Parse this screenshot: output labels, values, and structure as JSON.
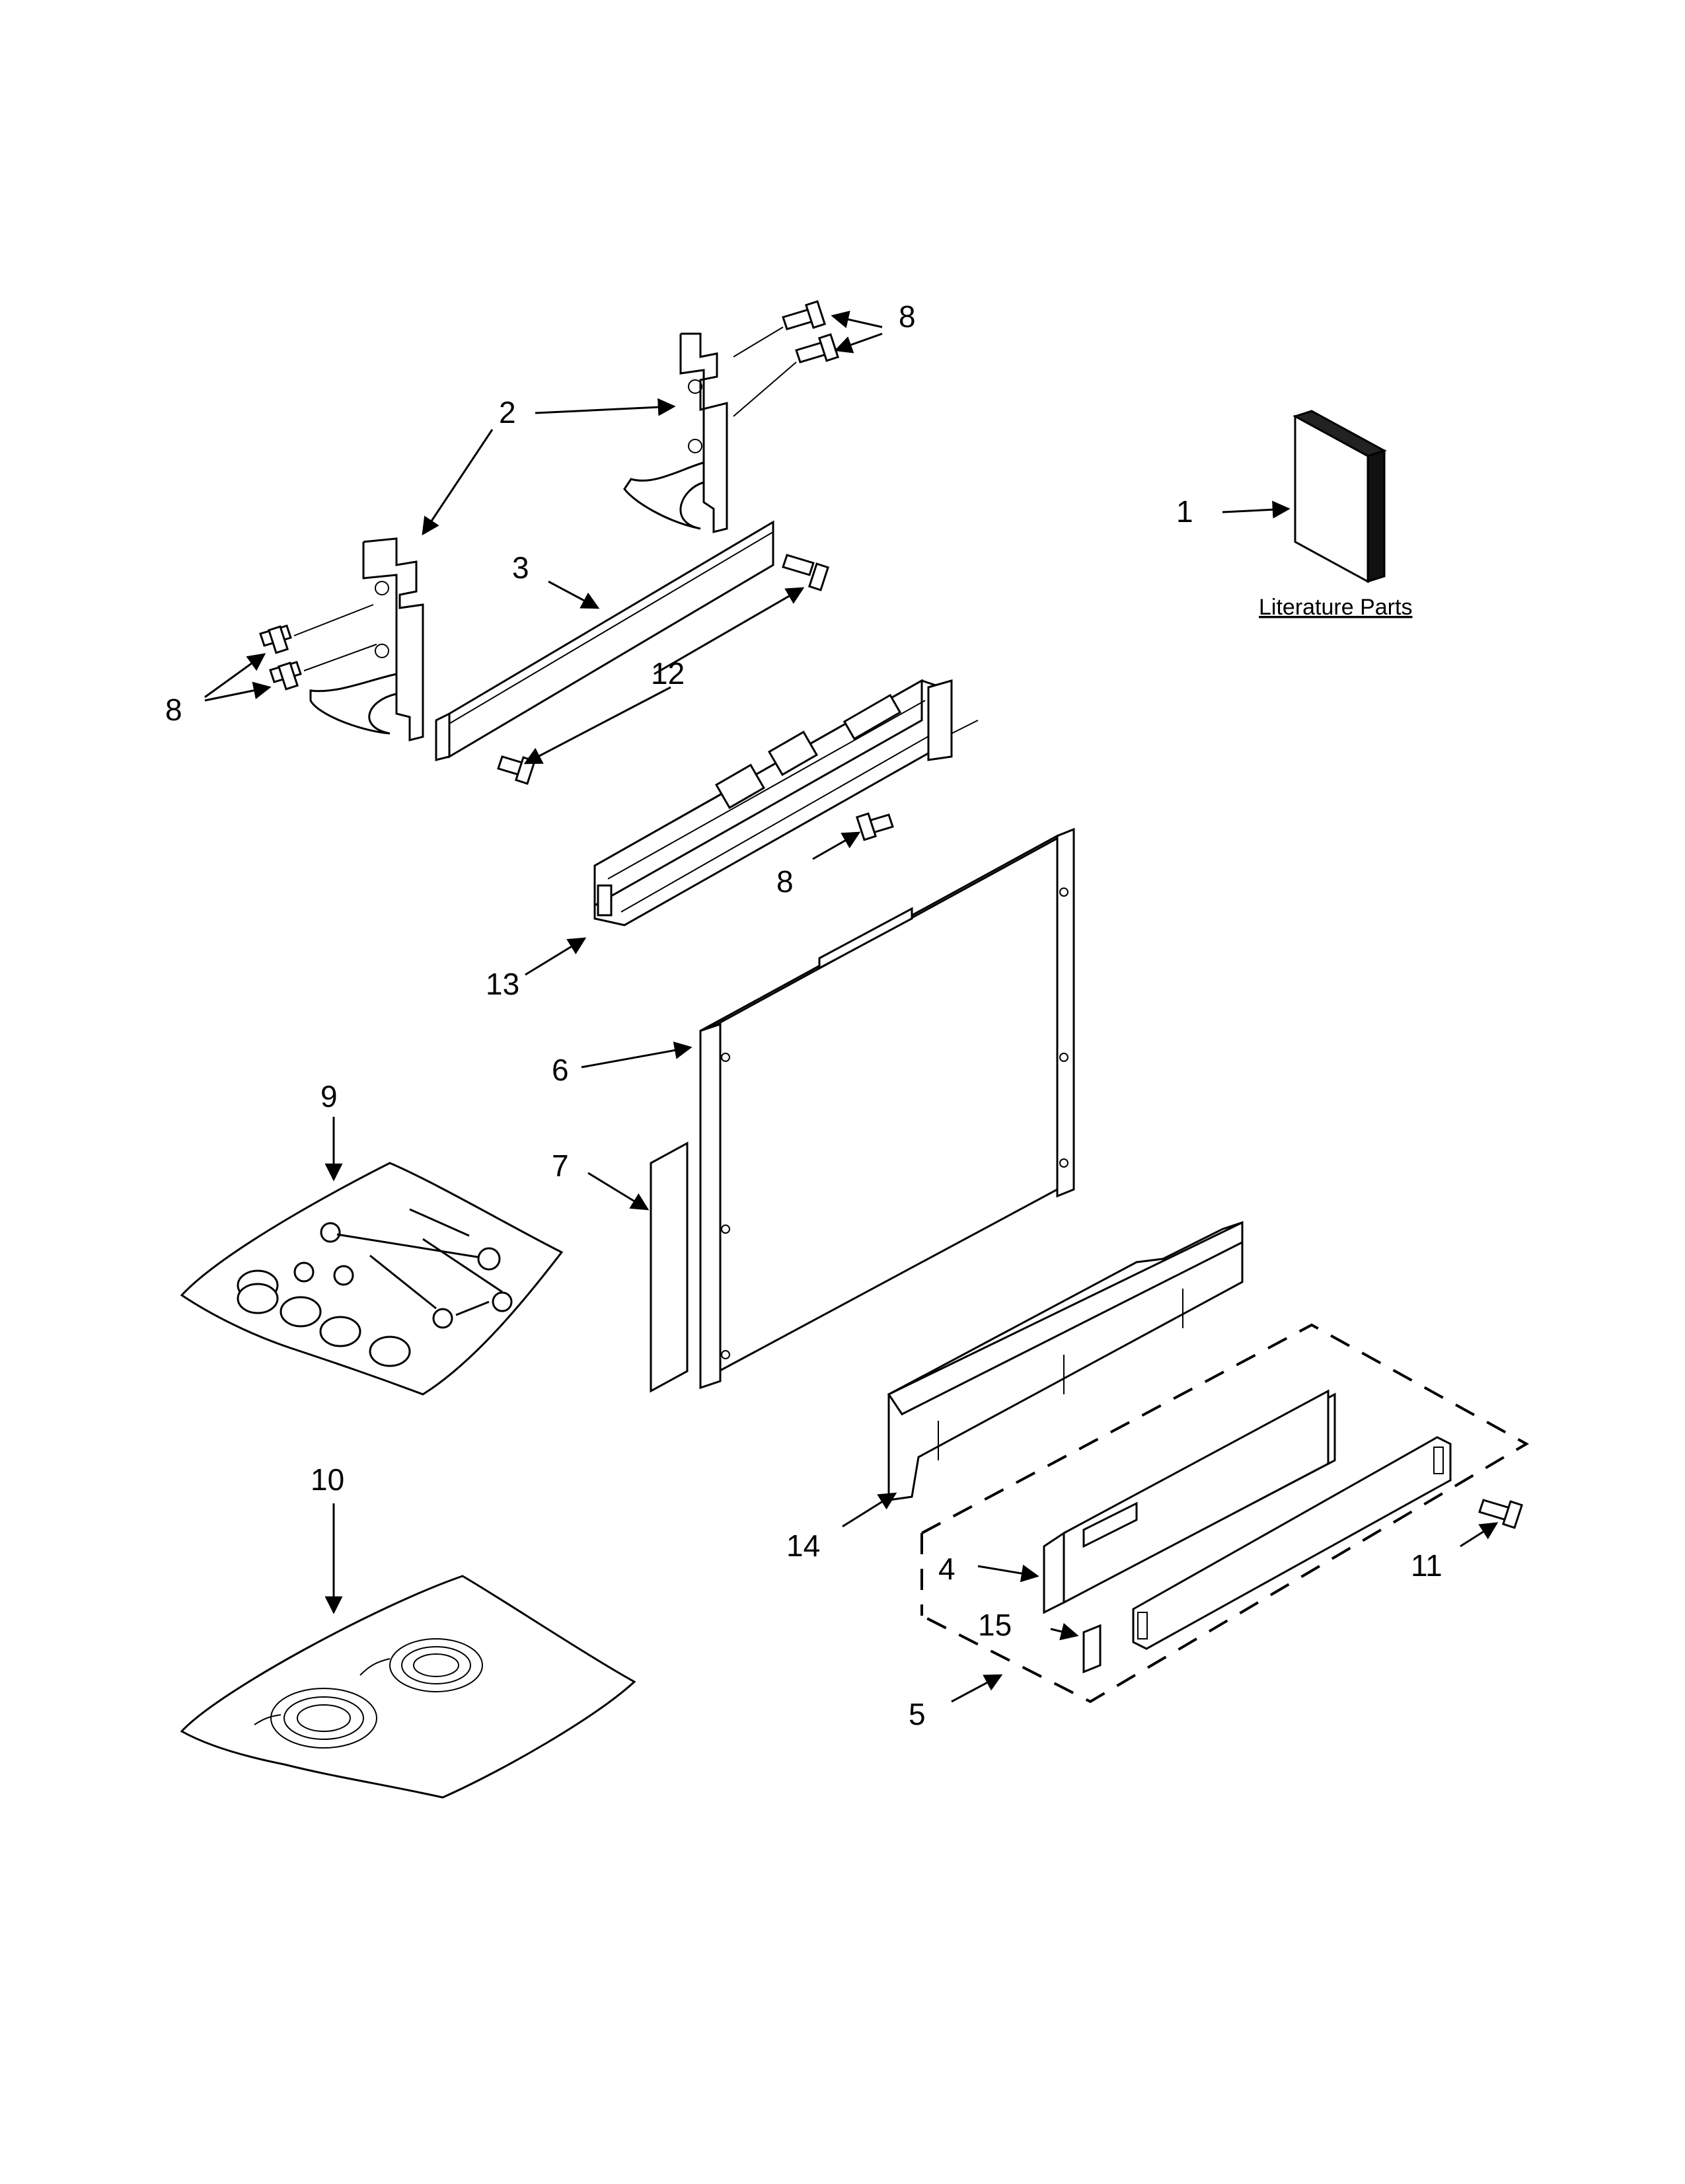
{
  "literature_label": "Literature Parts",
  "callouts": {
    "c1": "1",
    "c2": "2",
    "c3": "3",
    "c4": "4",
    "c5": "5",
    "c6": "6",
    "c7": "7",
    "c8_top": "8",
    "c8_left": "8",
    "c8_mid": "8",
    "c9": "9",
    "c10": "10",
    "c11": "11",
    "c12": "12",
    "c13": "13",
    "c14": "14",
    "c15": "15"
  }
}
